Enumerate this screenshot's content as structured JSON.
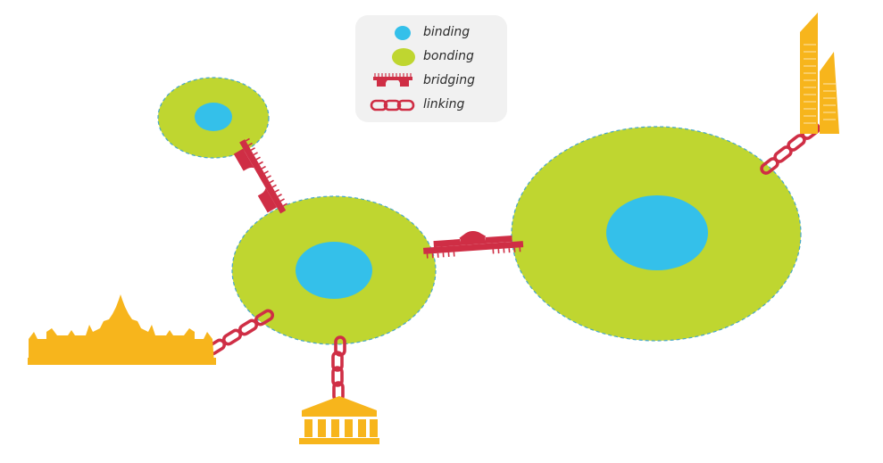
{
  "legend": {
    "items": [
      {
        "key": "binding",
        "label": "binding",
        "swatch": "blue-dot"
      },
      {
        "key": "bonding",
        "label": "bonding",
        "swatch": "green-dot"
      },
      {
        "key": "bridging",
        "label": "bridging",
        "swatch": "bridge-icon"
      },
      {
        "key": "linking",
        "label": "linking",
        "swatch": "chain-icon"
      }
    ]
  },
  "colors": {
    "binding": "#34c0ea",
    "bonding": "#bfd630",
    "bonding_outline": "#4aa8c8",
    "bridge": "#cf2e45",
    "chain": "#cf2e45",
    "landmark": "#f7b51c",
    "legend_bg": "#f1f1f1",
    "text": "#2b2b2b"
  },
  "diagram": {
    "groups": [
      "small-group",
      "medium-group",
      "large-group"
    ],
    "connections": [
      {
        "type": "bridging",
        "from": "small-group",
        "to": "medium-group"
      },
      {
        "type": "bridging",
        "from": "medium-group",
        "to": "large-group"
      },
      {
        "type": "linking",
        "from": "medium-group",
        "to": "parliament-icon"
      },
      {
        "type": "linking",
        "from": "medium-group",
        "to": "institution-icon"
      },
      {
        "type": "linking",
        "from": "large-group",
        "to": "skyscraper-icon"
      }
    ]
  }
}
